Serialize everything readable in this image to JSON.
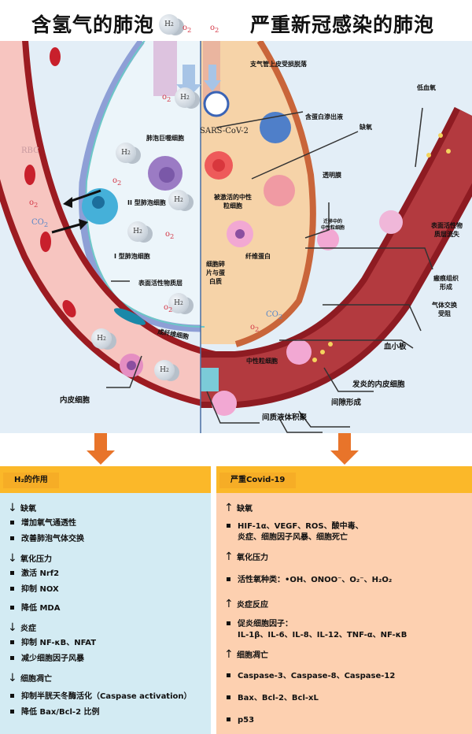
{
  "titles": {
    "left": "含氢气的肺泡",
    "right": "严重新冠感染的肺泡"
  },
  "gas_labels": {
    "h2": "H",
    "h2_sub": "2",
    "o2": "o",
    "o2_sub": "2",
    "co2": "CO",
    "co2_sub": "2",
    "rbc": "RBC"
  },
  "left_labels": {
    "macrophage": "肺泡巨噬细胞",
    "type2": "II 型肺泡细胞",
    "type1": "I 型肺泡细胞",
    "surfactant_layer": "表面活性物质层",
    "fibroblast": "成纤维细胞",
    "endothelial": "内皮细胞"
  },
  "right_labels": {
    "virus": "SARS-CoV-2",
    "epithelium_shedding": "支气管上皮受损脱落",
    "protein_exudate": "含蛋白渗出液",
    "hypoxia": "缺氧",
    "low_blood_oxygen": "低血氧",
    "activated_neutrophil_1": "被激活的中性",
    "activated_neutrophil_2": "粒细胞",
    "hyaline_membrane": "透明膜",
    "migrating_neutrophil_1": "迁移中的",
    "migrating_neutrophil_2": "中性粒细胞",
    "surfactant_loss_1": "表面活性物",
    "surfactant_loss_2": "质层流失",
    "fibrin": "纤维蛋白",
    "debris_1": "细胞碎",
    "debris_2": "片与蛋",
    "debris_3": "白质",
    "scar_1": "瘢痕组织",
    "scar_2": "形成",
    "gas_exchange_1": "气体交换",
    "gas_exchange_2": "受阻",
    "platelet": "血小板",
    "neutrophil": "中性粒细胞",
    "inflamed_endothelium": "发炎的内皮细胞",
    "gap_formation": "间隙形成",
    "interstitial_fluid": "间质液体积聚"
  },
  "colors": {
    "panel_header": "#fbb829",
    "left_panel_bg": "#d3ebf3",
    "right_panel_bg": "#fdd0b0",
    "orange_arrow": "#e8742a",
    "vessel_red": "#c1272d",
    "left_bg": "#e3eef7",
    "right_alveolus": "#f6d3a8"
  },
  "left_panel": {
    "title": "H₂的作用",
    "rows": [
      {
        "type": "down",
        "marker": "↓",
        "text": "缺氧"
      },
      {
        "type": "bullet",
        "text": "增加氧气通透性"
      },
      {
        "type": "bullet",
        "text": "改善肺泡气体交换"
      },
      {
        "type": "down",
        "marker": "↓",
        "text": "氧化压力"
      },
      {
        "type": "bullet",
        "text": "激活 Nrf2"
      },
      {
        "type": "bullet",
        "text": "抑制 NOX"
      },
      {
        "type": "bullet",
        "text": "降低 MDA"
      },
      {
        "type": "down",
        "marker": "↓",
        "text": "炎症"
      },
      {
        "type": "bullet",
        "text": "抑制 NF-κB、NFAT"
      },
      {
        "type": "bullet",
        "text": "减少细胞因子风暴"
      },
      {
        "type": "down",
        "marker": "↓",
        "text": "细胞凋亡"
      },
      {
        "type": "bullet",
        "text": "抑制半胱天冬酶活化（Caspase activation）"
      },
      {
        "type": "bullet",
        "text": "降低 Bax/Bcl-2 比例"
      }
    ]
  },
  "right_panel": {
    "title": "严重Covid-19",
    "rows": [
      {
        "type": "up",
        "marker": "↑",
        "text": "缺氧"
      },
      {
        "type": "bullet",
        "text": "HIF-1α、VEGF、ROS、酸中毒、",
        "text2": "炎症、细胞因子风暴、细胞死亡"
      },
      {
        "type": "up",
        "marker": "↑",
        "text": "氧化压力"
      },
      {
        "type": "bullet",
        "text": "活性氧种类：•OH、ONOO⁻、O₂⁻、H₂O₂"
      },
      {
        "type": "up",
        "marker": "↑",
        "text": "炎症反应"
      },
      {
        "type": "bullet",
        "text": "促炎细胞因子：",
        "text2": "IL-1β、IL-6、IL-8、IL-12、TNF-α、NF-κB"
      },
      {
        "type": "up",
        "marker": "↑",
        "text": "细胞凋亡"
      },
      {
        "type": "bullet",
        "text": "Caspase-3、Caspase-8、Caspase-12"
      },
      {
        "type": "bullet",
        "text": "Bax、Bcl-2、Bcl-xL"
      },
      {
        "type": "bullet",
        "text": "p53"
      }
    ]
  }
}
